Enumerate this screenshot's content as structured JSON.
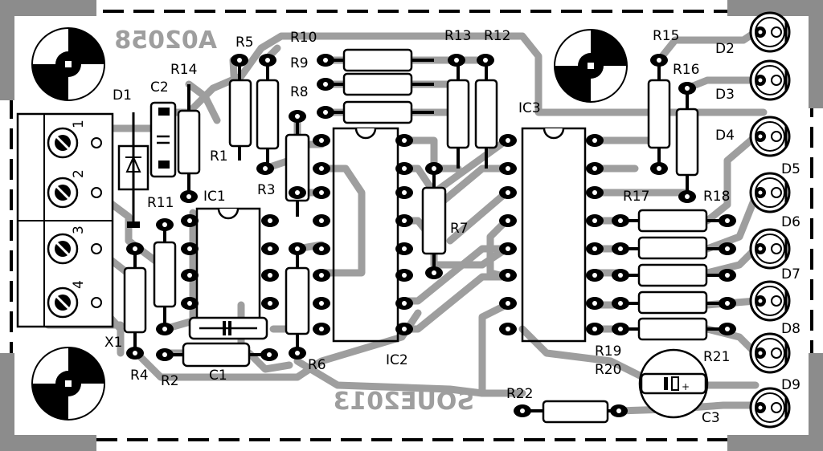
{
  "board": {
    "code_top": "A02058",
    "code_bottom": "SOUE2013"
  },
  "connector": {
    "name": "X1",
    "pins": [
      "1",
      "2",
      "3",
      "4"
    ]
  },
  "labels": {
    "D1": "D1",
    "C2": "C2",
    "R14": "R14",
    "R5": "R5",
    "R10": "R10",
    "R9": "R9",
    "R8": "R8",
    "R13": "R13",
    "R12": "R12",
    "R15": "R15",
    "R16": "R16",
    "D2": "D2",
    "D3": "D3",
    "D4": "D4",
    "D5": "D5",
    "D6": "D6",
    "D7": "D7",
    "D8": "D8",
    "D9": "D9",
    "IC3": "IC3",
    "R1": "R1",
    "R3": "R3",
    "IC1": "IC1",
    "R11": "R11",
    "R17": "R17",
    "R18": "R18",
    "R7": "R7",
    "R4": "R4",
    "R2": "R2",
    "C1": "C1",
    "R6": "R6",
    "IC2": "IC2",
    "R19": "R19",
    "R20": "R20",
    "R21": "R21",
    "R22": "R22",
    "C3": "C3"
  },
  "colors": {
    "copper": "#9e9e9e",
    "ink": "#000000",
    "background": "#ffffff"
  }
}
